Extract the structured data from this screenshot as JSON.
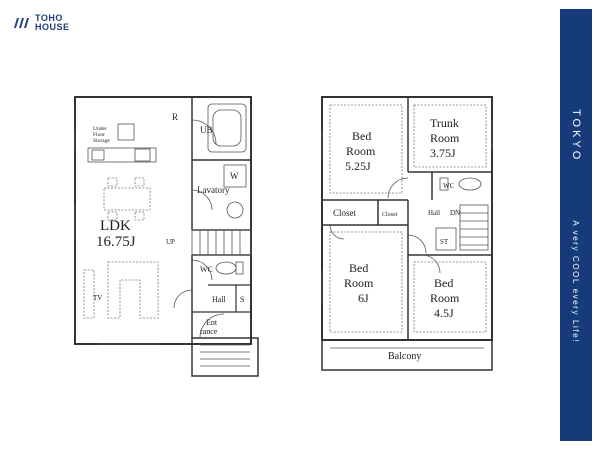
{
  "brand": {
    "line1": "TOHO",
    "line2": "HOUSE",
    "color": "#1f3f7a"
  },
  "side_band": {
    "city": "TOKYO",
    "tagline": "A very COOL every Life!",
    "color": "#173a7a"
  },
  "floor1": {
    "ldk_name": "LDK",
    "ldk_size": "16.75J",
    "ub": "UB",
    "w": "W",
    "lavatory": "Lavatory",
    "wc": "WC",
    "hall": "Hall",
    "s": "S",
    "entrance_line1": "Ent",
    "entrance_line2": "rance",
    "up": "UP",
    "tv": "TV",
    "r": "R",
    "under_floor_line1": "Under",
    "under_floor_line2": "Floor",
    "under_floor_line3": "Storage"
  },
  "floor2": {
    "bed1_name_line1": "Bed",
    "bed1_name_line2": "Room",
    "bed1_size": "5.25J",
    "trunk_line1": "Trunk",
    "trunk_line2": "Room",
    "trunk_size": "3.75J",
    "closet": "Closet",
    "closet_small": "Closet",
    "wc": "WC",
    "hall": "Hall",
    "dn": "DN",
    "st": "ST",
    "bed2_name_line1": "Bed",
    "bed2_name_line2": "Room",
    "bed2_size": "6J",
    "bed3_name_line1": "Bed",
    "bed3_name_line2": "Room",
    "bed3_size": "4.5J",
    "balcony": "Balcony"
  }
}
